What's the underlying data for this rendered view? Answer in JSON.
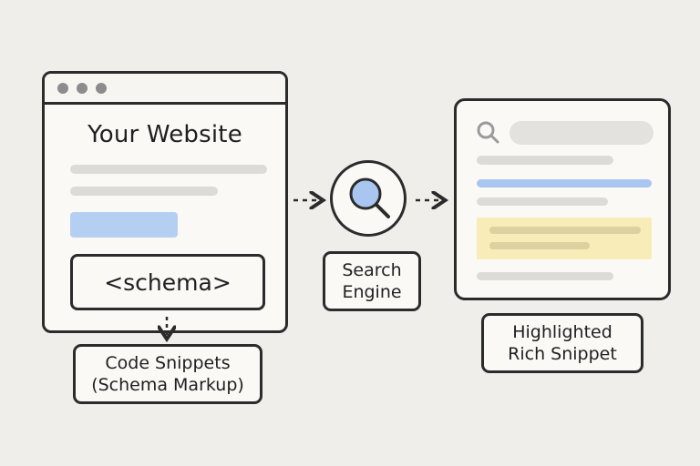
{
  "website": {
    "title": "Your Website",
    "schema_tag": "<schema>"
  },
  "labels": {
    "code_snippets": [
      "Code Snippets",
      "(Schema Markup)"
    ],
    "search_engine": [
      "Search",
      "Engine"
    ],
    "rich_snippet": [
      "Highlighted",
      "Rich Snippet"
    ]
  },
  "colors": {
    "background": "#efeeea",
    "outline": "#2b2b2b",
    "accent_blue": "#b5cff3",
    "link_blue": "#a9c6f0",
    "highlight_yellow": "#f8ecb8",
    "placeholder_gray": "#dcdbd7"
  },
  "icons": {
    "browser_dots": "window-controls-icon",
    "engine": "magnifier-icon",
    "result_search": "search-icon"
  }
}
